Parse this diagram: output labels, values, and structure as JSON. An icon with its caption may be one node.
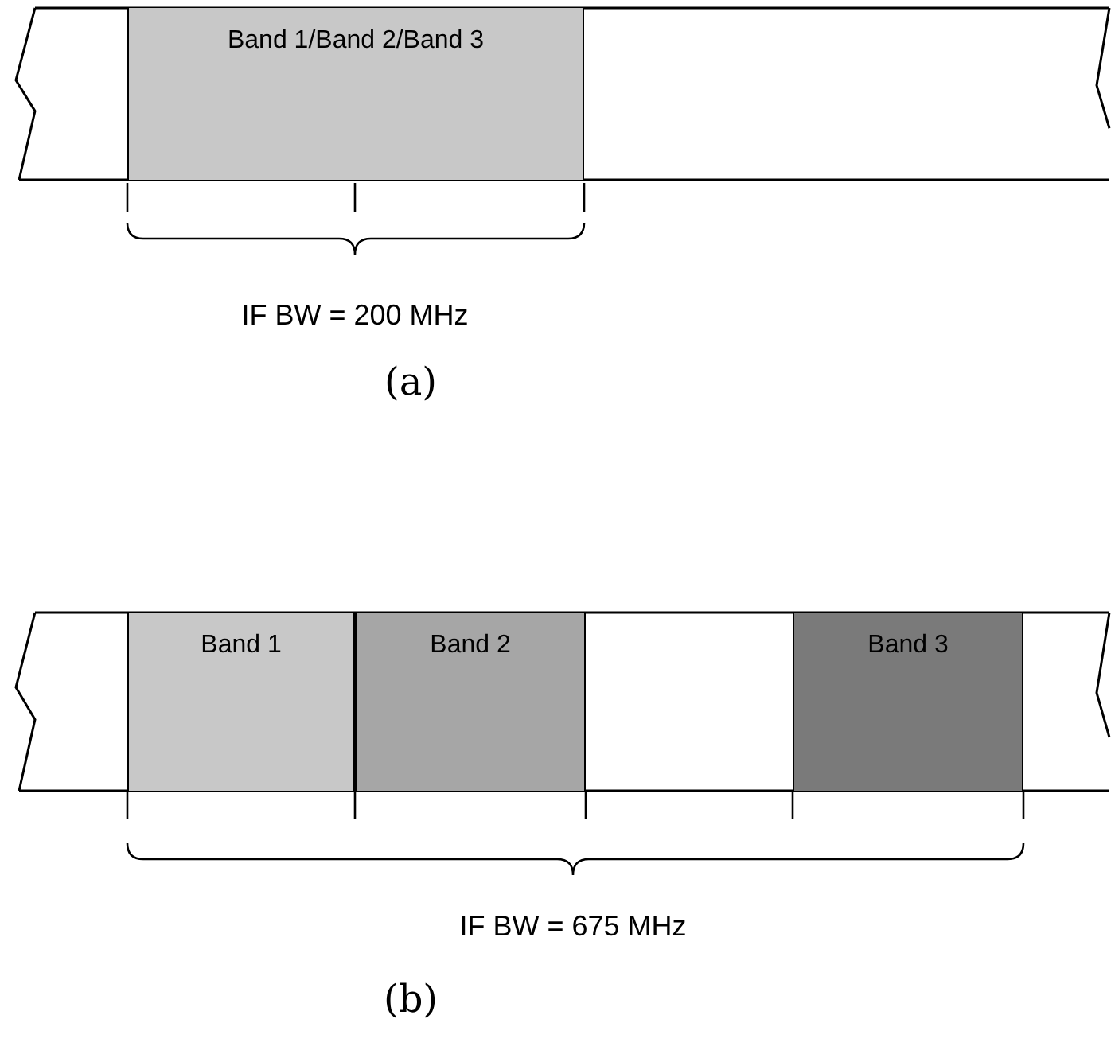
{
  "diagram": {
    "nodes": [
      {
        "text": [
          "Band 1/Band 2/Band 3"
        ]
      },
      {
        "text": [
          "Band 1"
        ]
      },
      {
        "text": [
          "Band 2"
        ]
      },
      {
        "text": [
          "Band 3"
        ]
      }
    ],
    "edges": [],
    "labels": [
      "IF BW = 200 MHz",
      "(a)",
      "IF BW = 675 MHz",
      "(b)"
    ]
  }
}
